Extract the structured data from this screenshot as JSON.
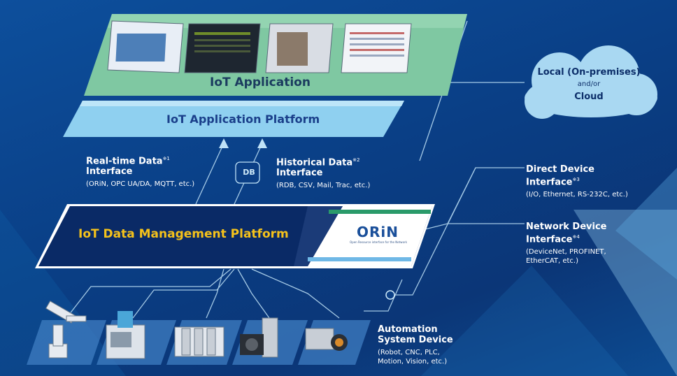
{
  "iot_application": {
    "title": "IoT Application"
  },
  "iot_application_platform": {
    "title": "IoT Application Platform"
  },
  "realtime_interface": {
    "title_line1": "Real-time Data",
    "title_line2": "Interface",
    "note": "※1",
    "details": "(ORiN, OPC UA/DA, MQTT, etc.)"
  },
  "historical_interface": {
    "title_line1": "Historical Data",
    "title_line2": "Interface",
    "note": "※2",
    "details": "(RDB, CSV, Mail, Trac, etc.)"
  },
  "db_badge": {
    "text": "DB"
  },
  "iot_data_management": {
    "title": "IoT Data Management Platform",
    "logo_text": "ORiN",
    "logo_subtext": "Open Resource interface for the Network"
  },
  "cloud": {
    "line1": "Local (On-premises)",
    "line2": "and/or",
    "line3": "Cloud"
  },
  "direct_device": {
    "title_line1": "Direct Device",
    "title_line2": "Interface",
    "note": "※3",
    "details": "(I/O, Ethernet, RS-232C, etc.)"
  },
  "network_device": {
    "title_line1": "Network Device",
    "title_line2": "Interface",
    "note": "※4",
    "details_line1": "(DeviceNet, PROFINET,",
    "details_line2": "EtherCAT, etc.)"
  },
  "automation_device": {
    "title_line1": "Automation",
    "title_line2": "System Device",
    "details_line1": "(Robot, CNC, PLC,",
    "details_line2": "Motion, Vision, etc.)"
  },
  "colors": {
    "app_green": "#7fc8a2",
    "platform_blue": "#8fd0f0",
    "data_platform_navy": "#0a2a66",
    "accent_yellow": "#f5c21b",
    "cloud": "#a9d8f2"
  }
}
